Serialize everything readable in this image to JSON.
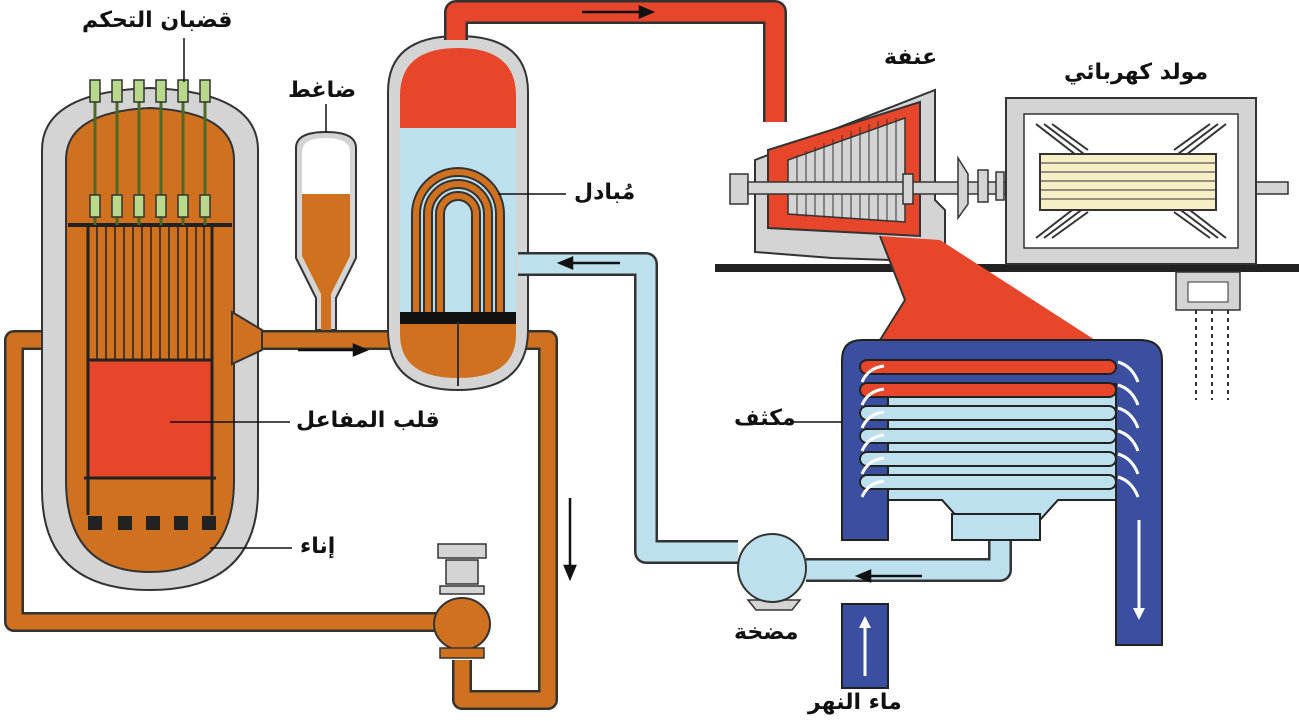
{
  "labels": {
    "control_rods": "قضبان التحكم",
    "pressurizer": "ضاغط",
    "heat_exchanger": "مُبادل",
    "turbine": "عنفة",
    "generator": "مولد كهربائي",
    "reactor_core": "قلب المفاعل",
    "vessel": "إناء",
    "condenser": "مكثف",
    "pump": "مضخة",
    "river_water": "ماء النهر"
  },
  "colors": {
    "primary_coolant": "#d0711f",
    "hot_steam": "#e8462a",
    "cooled_water": "#bde0ee",
    "river_water": "#3a4fa0",
    "casing_gray": "#d4d4d4",
    "control_rod_green": "#b9d98a",
    "outline": "#333333"
  }
}
